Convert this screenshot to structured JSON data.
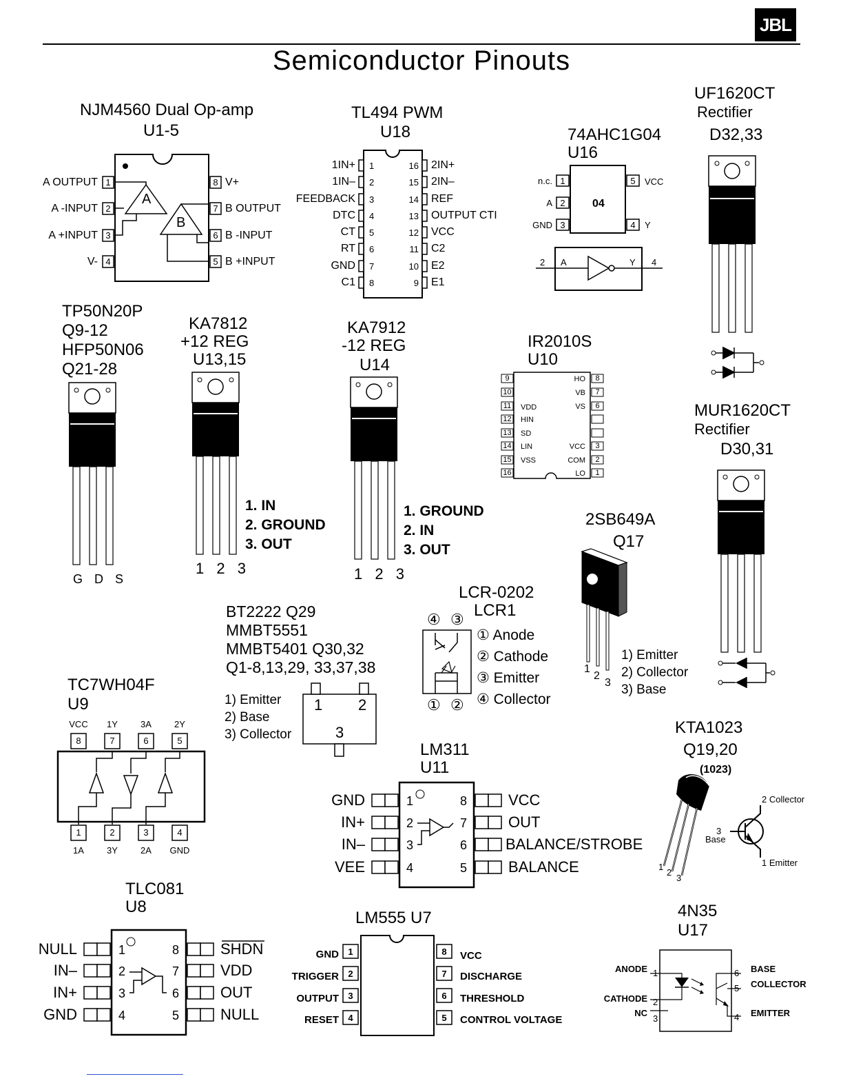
{
  "logo_text": "JBL",
  "page_title": "Semiconductor Pinouts",
  "njm4560": {
    "name": "NJM4560 Dual Op-amp",
    "ref": "U1-5",
    "left_pins": [
      {
        "label": "A OUTPUT",
        "num": "1"
      },
      {
        "label": "A -INPUT",
        "num": "2"
      },
      {
        "label": "A +INPUT",
        "num": "3"
      },
      {
        "label": "V-",
        "num": "4"
      }
    ],
    "right_pins": [
      {
        "label": "V+",
        "num": "8"
      },
      {
        "label": "B OUTPUT",
        "num": "7"
      },
      {
        "label": "B -INPUT",
        "num": "6"
      },
      {
        "label": "B +INPUT",
        "num": "5"
      }
    ],
    "amp_a": "A",
    "amp_b": "B"
  },
  "tl494": {
    "name": "TL494 PWM",
    "ref": "U18",
    "left_pins": [
      {
        "label": "1IN+",
        "num": "1"
      },
      {
        "label": "1IN–",
        "num": "2"
      },
      {
        "label": "FEEDBACK",
        "num": "3"
      },
      {
        "label": "DTC",
        "num": "4"
      },
      {
        "label": "CT",
        "num": "5"
      },
      {
        "label": "RT",
        "num": "6"
      },
      {
        "label": "GND",
        "num": "7"
      },
      {
        "label": "C1",
        "num": "8"
      }
    ],
    "right_pins": [
      {
        "label": "2IN+",
        "num": "16"
      },
      {
        "label": "2IN–",
        "num": "15"
      },
      {
        "label": "REF",
        "num": "14"
      },
      {
        "label": "OUTPUT CTI",
        "num": "13"
      },
      {
        "label": "VCC",
        "num": "12"
      },
      {
        "label": "C2",
        "num": "11"
      },
      {
        "label": "E2",
        "num": "10"
      },
      {
        "label": "E1",
        "num": "9"
      }
    ]
  },
  "ahc1g04": {
    "name": "74AHC1G04",
    "ref": "U16",
    "marking": "04",
    "left_pins": [
      {
        "label": "n.c.",
        "num": "1"
      },
      {
        "label": "A",
        "num": "2"
      },
      {
        "label": "GND",
        "num": "3"
      }
    ],
    "right_pins": [
      {
        "label": "VCC",
        "num": "5"
      },
      {
        "label": "Y",
        "num": "4"
      }
    ],
    "logic_in_pin": "2",
    "logic_in_label": "A",
    "logic_out_label": "Y",
    "logic_out_pin": "4"
  },
  "uf1620ct": {
    "name": "UF1620CT",
    "desc": "Rectifier",
    "ref": "D32,33"
  },
  "tp50n20p": {
    "name1": "TP50N20P",
    "ref1": "Q9-12",
    "name2": "HFP50N06",
    "ref2": "Q21-28",
    "pins": "G D S"
  },
  "ka7812": {
    "name": "KA7812",
    "desc": "+12  REG",
    "ref": "U13,15",
    "pin_nums": "1 2 3",
    "pin_list": [
      "1. IN",
      "2. GROUND",
      "3. OUT"
    ]
  },
  "ka7912": {
    "name": "KA7912",
    "desc": "-12 REG",
    "ref": "U14",
    "pin_nums": "1 2 3",
    "pin_list": [
      "1. GROUND",
      "2. IN",
      "3. OUT"
    ]
  },
  "ir2010s": {
    "name": "IR2010S",
    "ref": "U10",
    "left_pins": [
      {
        "num": "9",
        "label": ""
      },
      {
        "num": "10",
        "label": ""
      },
      {
        "num": "11",
        "label": "VDD"
      },
      {
        "num": "12",
        "label": "HIN"
      },
      {
        "num": "13",
        "label": "SD"
      },
      {
        "num": "14",
        "label": "LIN"
      },
      {
        "num": "15",
        "label": "VSS"
      },
      {
        "num": "16",
        "label": ""
      }
    ],
    "right_pins": [
      {
        "num": "8",
        "label": "HO"
      },
      {
        "num": "7",
        "label": "VB"
      },
      {
        "num": "6",
        "label": "VS"
      },
      {
        "num": "",
        "label": ""
      },
      {
        "num": "",
        "label": ""
      },
      {
        "num": "3",
        "label": "VCC"
      },
      {
        "num": "2",
        "label": "COM"
      },
      {
        "num": "1",
        "label": "LO"
      }
    ]
  },
  "mur1620ct": {
    "name": "MUR1620CT",
    "desc": "Rectifier",
    "ref": "D30,31"
  },
  "sb649a": {
    "name": "2SB649A",
    "ref": "Q17",
    "pin_nums": [
      "1",
      "2",
      "3"
    ],
    "pin_list": [
      "1) Emitter",
      "2) Collector",
      "3) Base"
    ]
  },
  "lcr0202": {
    "name": "LCR-0202",
    "ref": "LCR1",
    "top_pins": [
      "④",
      "③"
    ],
    "bottom_pins": [
      "①",
      "②"
    ],
    "pin_list": [
      "① Anode",
      "② Cathode",
      "③ Emitter",
      "④ Collector"
    ]
  },
  "bt2222": {
    "lines": [
      "BT2222  Q29",
      "MMBT5551",
      "MMBT5401  Q30,32",
      "Q1-8,13,29, 33,37,38"
    ],
    "pin_list": [
      "1) Emitter",
      "2) Base",
      "3) Collector"
    ],
    "pkg_pins": [
      "1",
      "2",
      "3"
    ]
  },
  "tc7wh04f": {
    "name": "TC7WH04F",
    "ref": "U9",
    "top_pins": [
      {
        "label": "VCC",
        "num": "8"
      },
      {
        "label": "1Y",
        "num": "7"
      },
      {
        "label": "3A",
        "num": "6"
      },
      {
        "label": "2Y",
        "num": "5"
      }
    ],
    "bottom_pins": [
      {
        "label": "1A",
        "num": "1"
      },
      {
        "label": "3Y",
        "num": "2"
      },
      {
        "label": "2A",
        "num": "3"
      },
      {
        "label": "GND",
        "num": "4"
      }
    ]
  },
  "lm311": {
    "name": "LM311",
    "ref": "U11",
    "left_pins": [
      {
        "label": "GND",
        "num": "1"
      },
      {
        "label": "IN+",
        "num": "2"
      },
      {
        "label": "IN–",
        "num": "3"
      },
      {
        "label": "VEE",
        "num": "4"
      }
    ],
    "right_pins": [
      {
        "label": "VCC",
        "num": "8"
      },
      {
        "label": "OUT",
        "num": "7"
      },
      {
        "label": "BALANCE/STROBE",
        "num": "6"
      },
      {
        "label": "BALANCE",
        "num": "5"
      }
    ]
  },
  "kta1023": {
    "name": "KTA1023",
    "ref": "Q19,20",
    "marking": "(1023)",
    "pin_nums": [
      "1",
      "2",
      "3"
    ],
    "sym_collector": "2 Collector",
    "sym_base_num": "3",
    "sym_base": "Base",
    "sym_emitter": "1 Emitter"
  },
  "tlc081": {
    "name": "TLC081",
    "ref": "U8",
    "left_pins": [
      {
        "label": "NULL",
        "num": "1"
      },
      {
        "label": "IN–",
        "num": "2"
      },
      {
        "label": "IN+",
        "num": "3"
      },
      {
        "label": "GND",
        "num": "4"
      }
    ],
    "right_pins": [
      {
        "label": "SHDN",
        "num": "8"
      },
      {
        "label": "VDD",
        "num": "7"
      },
      {
        "label": "OUT",
        "num": "6"
      },
      {
        "label": "NULL",
        "num": "5"
      }
    ]
  },
  "lm555": {
    "name": "LM555  U7",
    "left_pins": [
      {
        "label": "GND",
        "num": "1"
      },
      {
        "label": "TRIGGER",
        "num": "2"
      },
      {
        "label": "OUTPUT",
        "num": "3"
      },
      {
        "label": "RESET",
        "num": "4"
      }
    ],
    "right_pins": [
      {
        "label": "VCC",
        "num": "8"
      },
      {
        "label": "DISCHARGE",
        "num": "7"
      },
      {
        "label": "THRESHOLD",
        "num": "6"
      },
      {
        "label": "CONTROL VOLTAGE",
        "num": "5"
      }
    ]
  },
  "n35": {
    "name": "4N35",
    "ref": "U17",
    "left_pins": [
      {
        "label": "ANODE",
        "num": "1"
      },
      {
        "label": "CATHODE",
        "num": "2"
      },
      {
        "label": "NC",
        "num": "3"
      }
    ],
    "right_pins": [
      {
        "label": "BASE",
        "num": "6"
      },
      {
        "label": "COLLECTOR",
        "num": "5"
      },
      {
        "label": "EMITTER",
        "num": "4"
      }
    ]
  }
}
